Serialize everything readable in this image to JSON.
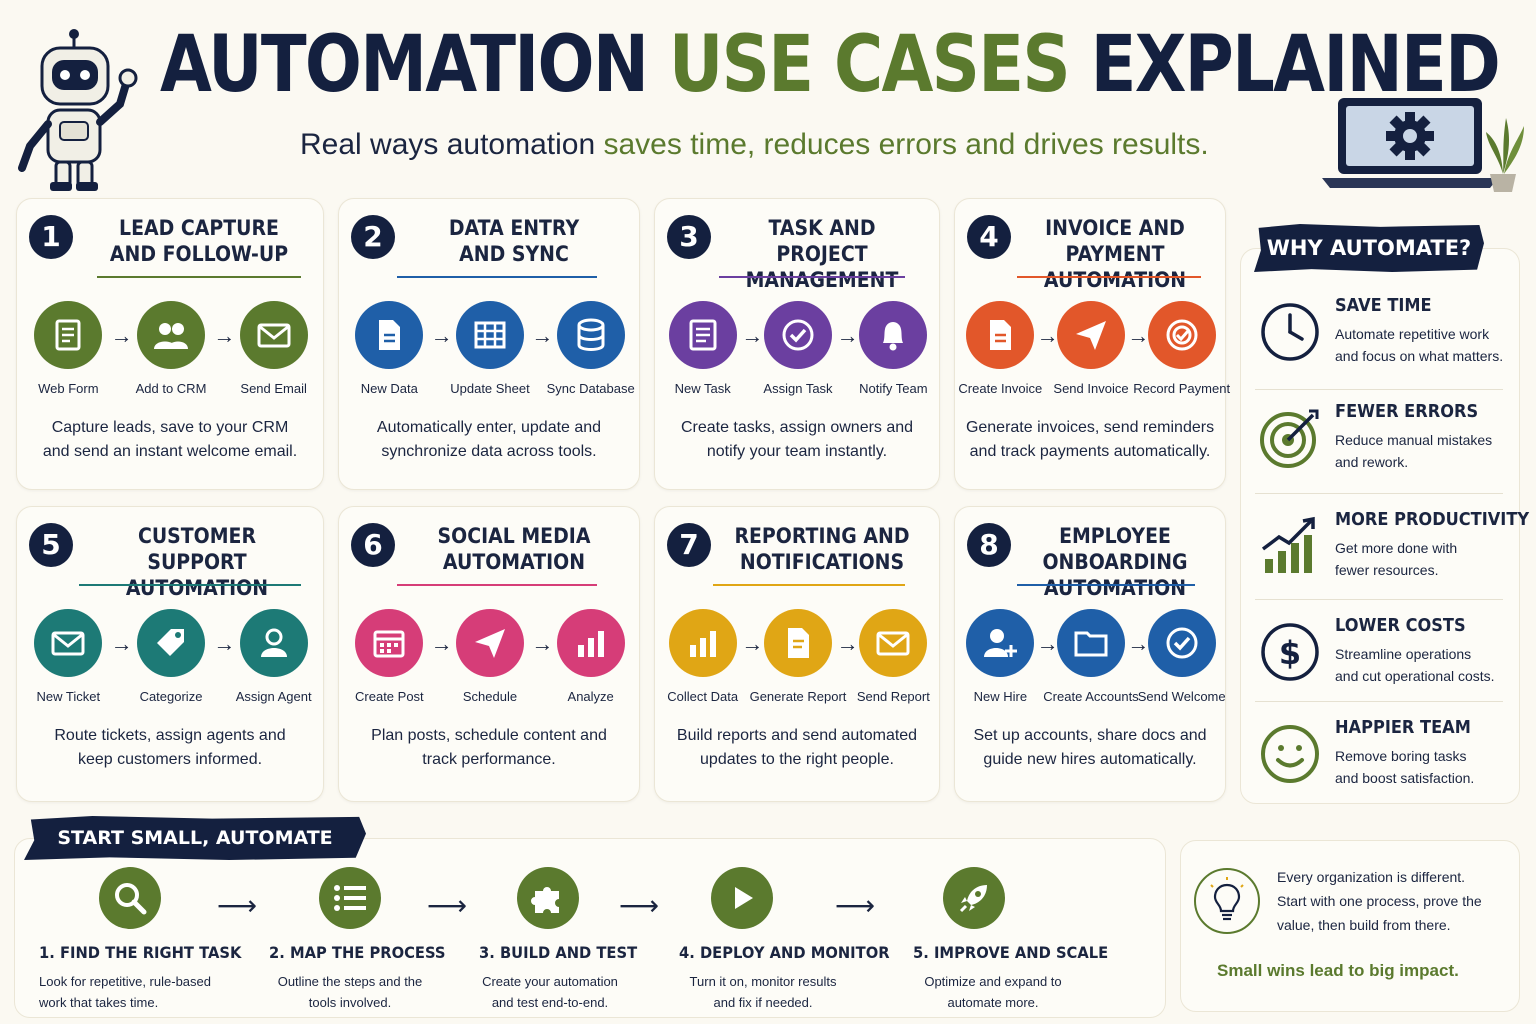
{
  "header": {
    "title_part1": "AUTOMATION ",
    "title_part2": "USE CASES",
    "title_part3": " EXPLAINED",
    "subtitle_part1": "Real ways automation ",
    "subtitle_part2": "saves time, reduces errors and drives results."
  },
  "cards": [
    {
      "num": "1",
      "title1": "LEAD CAPTURE",
      "title2": "AND FOLLOW-UP",
      "color": "#5b7a2e",
      "labels": [
        "Web Form",
        "Add to CRM",
        "Send Email"
      ],
      "desc1": "Capture leads, save to your CRM",
      "desc2": "and send an instant welcome email."
    },
    {
      "num": "2",
      "title1": "DATA ENTRY",
      "title2": "AND SYNC",
      "color": "#1f5fa8",
      "labels": [
        "New Data",
        "Update Sheet",
        "Sync Database"
      ],
      "desc1": "Automatically enter, update and",
      "desc2": "synchronize data across tools."
    },
    {
      "num": "3",
      "title1": "TASK AND PROJECT",
      "title2": "MANAGEMENT",
      "color": "#6b3fa0",
      "labels": [
        "New Task",
        "Assign Task",
        "Notify Team"
      ],
      "desc1": "Create tasks, assign owners and",
      "desc2": "notify your team instantly."
    },
    {
      "num": "4",
      "title1": "INVOICE AND PAYMENT",
      "title2": "AUTOMATION",
      "color": "#e2572a",
      "labels": [
        "Create Invoice",
        "Send Invoice",
        "Record Payment"
      ],
      "desc1": "Generate invoices, send reminders",
      "desc2": "and track payments automatically."
    },
    {
      "num": "5",
      "title1": "CUSTOMER SUPPORT",
      "title2": "AUTOMATION",
      "color": "#1d7a76",
      "labels": [
        "New Ticket",
        "Categorize",
        "Assign Agent"
      ],
      "desc1": "Route tickets, assign agents and",
      "desc2": "keep customers informed."
    },
    {
      "num": "6",
      "title1": "SOCIAL MEDIA",
      "title2": "AUTOMATION",
      "color": "#d63d78",
      "labels": [
        "Create Post",
        "Schedule",
        "Analyze"
      ],
      "desc1": "Plan posts, schedule content and",
      "desc2": "track performance."
    },
    {
      "num": "7",
      "title1": "REPORTING AND",
      "title2": "NOTIFICATIONS",
      "color": "#e0a615",
      "labels": [
        "Collect Data",
        "Generate Report",
        "Send Report"
      ],
      "desc1": "Build reports and send automated",
      "desc2": "updates to the right people."
    },
    {
      "num": "8",
      "title1": "EMPLOYEE ONBOARDING",
      "title2": "AUTOMATION",
      "color": "#1f5fa8",
      "labels": [
        "New Hire",
        "Create Accounts",
        "Send Welcome"
      ],
      "desc1": "Set up accounts, share docs and",
      "desc2": "guide new hires automatically."
    }
  ],
  "why": {
    "title": "WHY AUTOMATE?",
    "items": [
      {
        "title": "SAVE TIME",
        "desc1": "Automate repetitive work",
        "desc2": "and focus on what matters."
      },
      {
        "title": "FEWER ERRORS",
        "desc1": "Reduce manual mistakes",
        "desc2": "and rework."
      },
      {
        "title": "MORE PRODUCTIVITY",
        "desc1": "Get more done with",
        "desc2": "fewer resources."
      },
      {
        "title": "LOWER COSTS",
        "desc1": "Streamline operations",
        "desc2": "and cut operational costs."
      },
      {
        "title": "HAPPIER TEAM",
        "desc1": "Remove boring tasks",
        "desc2": "and boost satisfaction."
      }
    ]
  },
  "steps": {
    "title": "START SMALL, AUTOMATE SMART",
    "items": [
      {
        "title": "1. FIND THE RIGHT TASK",
        "desc1": "Look for repetitive, rule-based",
        "desc2": "work that takes time."
      },
      {
        "title": "2. MAP THE PROCESS",
        "desc1": "Outline the steps and the",
        "desc2": "tools involved."
      },
      {
        "title": "3. BUILD AND TEST",
        "desc1": "Create your automation",
        "desc2": "and test end-to-end."
      },
      {
        "title": "4. DEPLOY AND MONITOR",
        "desc1": "Turn it on, monitor results",
        "desc2": "and fix if needed."
      },
      {
        "title": "5. IMPROVE AND SCALE",
        "desc1": "Optimize and expand to",
        "desc2": "automate more."
      }
    ]
  },
  "tip": {
    "line1": "Every organization is different.",
    "line2": "Start with one process, prove the",
    "line3": "value, then build from there.",
    "bold": "Small wins lead to big impact."
  },
  "colors": {
    "navy": "#14203f",
    "green": "#5b7a2e"
  }
}
